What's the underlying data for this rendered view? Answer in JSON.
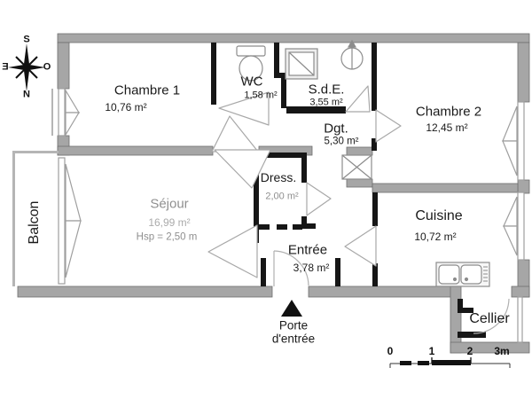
{
  "plan": {
    "compass": {
      "top": "S",
      "right": "O",
      "bottom": "N",
      "left": "E"
    },
    "rooms": {
      "chambre1": {
        "name": "Chambre 1",
        "area": "10,76 m²"
      },
      "wc": {
        "name": "WC",
        "area": "1,58 m²"
      },
      "sde": {
        "name": "S.d.E.",
        "area": "3,55 m²"
      },
      "chambre2": {
        "name": "Chambre 2",
        "area": "12,45 m²"
      },
      "dgt": {
        "name": "Dgt.",
        "area": "5,30 m²"
      },
      "dress": {
        "name": "Dress.",
        "area": "2,00 m²"
      },
      "sejour": {
        "name": "Séjour",
        "area": "16,99 m²",
        "ceiling_height": "Hsp = 2,50 m"
      },
      "entree": {
        "name": "Entrée",
        "area": "3,78 m²"
      },
      "cuisine": {
        "name": "Cuisine",
        "area": "10,72 m²"
      },
      "balcon": {
        "name": "Balcon"
      },
      "cellier": {
        "name": "Cellier"
      }
    },
    "entry_label": {
      "line1": "Porte",
      "line2": "d'entrée"
    },
    "scale_bar": {
      "ticks": [
        "0",
        "1",
        "2",
        "3m"
      ]
    },
    "colors": {
      "wall_exterior": "#a6a6a6",
      "wall_interior": "#161616",
      "fixture_outline": "#8c8c8c",
      "text_primary": "#1a1a1a",
      "text_muted": "#8f8f8f"
    }
  }
}
